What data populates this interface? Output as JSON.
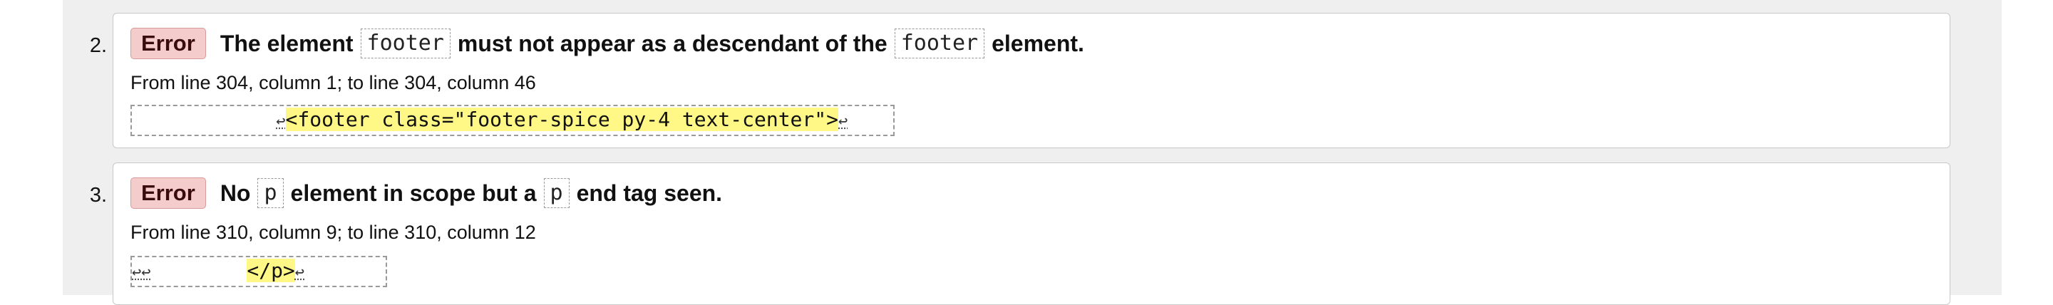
{
  "messages": [
    {
      "number": "2.",
      "type": "Error",
      "text1": "The element",
      "code1": "footer",
      "text2": "must not appear as a descendant of the",
      "code2": "footer",
      "text3": "element.",
      "location": "From line 304, column 1; to line 304, column 46",
      "extract": {
        "pre": "            ",
        "lf1": "↩",
        "highlight": "<footer class=\"footer-spice py-4 text-center\">",
        "lf2": "↩",
        "post": "    <"
      }
    },
    {
      "number": "3.",
      "type": "Error",
      "text1": "No",
      "code1": "p",
      "text2": "element in scope but a",
      "code2": "p",
      "text3": "end tag seen.",
      "location": "From line 310, column 9; to line 310, column 12",
      "extract": {
        "pre": "",
        "lf1": "↩↩",
        "highlight": "</p>",
        "lf2": "↩",
        "mid": "        "
      }
    }
  ]
}
